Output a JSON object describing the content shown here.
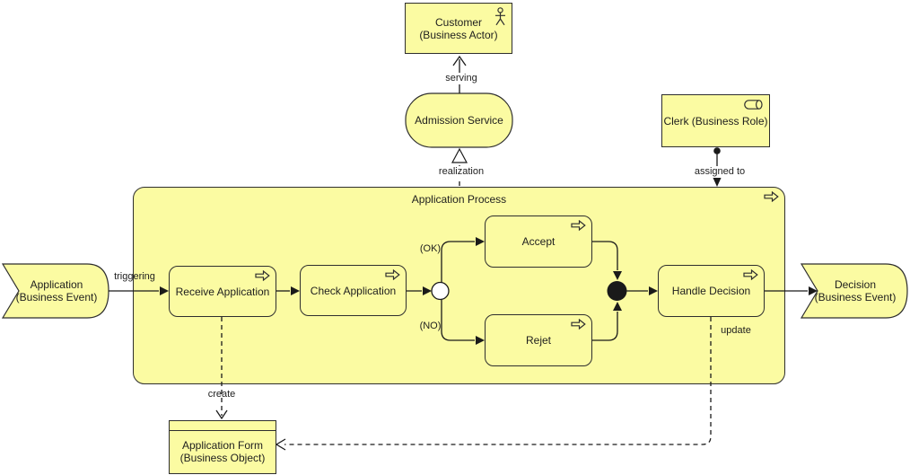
{
  "diagram": {
    "nodes": {
      "customer": {
        "line1": "Customer",
        "line2": "(Business Actor)"
      },
      "admission_service": {
        "label": "Admission Service"
      },
      "clerk": {
        "label": "Clerk (Business Role)"
      },
      "application_process": {
        "label": "Application Process"
      },
      "application_event": {
        "line1": "Application",
        "line2": "(Business Event)"
      },
      "receive_application": {
        "label": "Receive Application"
      },
      "check_application": {
        "label": "Check Application"
      },
      "accept": {
        "label": "Accept"
      },
      "rejet": {
        "label": "Rejet"
      },
      "handle_decision": {
        "label": "Handle Decision"
      },
      "decision_event": {
        "line1": "Decision",
        "line2": "(Business Event)"
      },
      "application_form": {
        "line1": "Application Form",
        "line2": "(Business Object)"
      }
    },
    "relations": {
      "serving": "serving",
      "realization": "realization",
      "assigned_to": "assigned to",
      "triggering": "triggering",
      "ok": "(OK)",
      "no": "(NO)",
      "update": "update",
      "create": "create"
    },
    "icons": {
      "customer": "business-actor-icon",
      "clerk": "business-role-icon",
      "process": "business-process-arrow-icon"
    },
    "colors": {
      "node_fill": "#fbfba2",
      "node_border": "#2e2e2e",
      "line_color": "#1a1a1a",
      "text_color": "#1e1e1e",
      "page_bg": "#ffffff"
    }
  }
}
